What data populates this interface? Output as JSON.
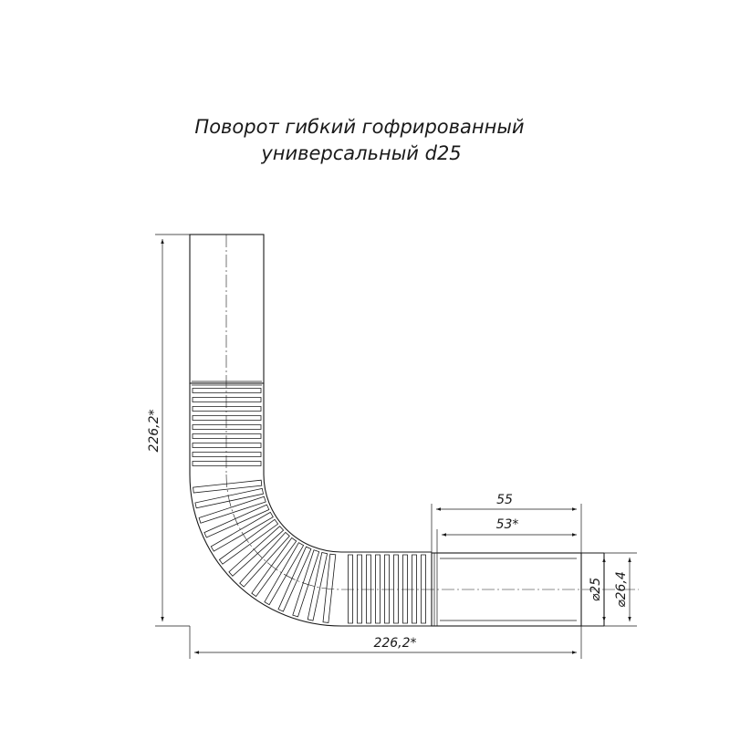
{
  "title": {
    "line1": "Поворот гибкий гофрированный",
    "line2": "универсальный d25"
  },
  "dimensions": {
    "height_overall": "226,2*",
    "width_overall": "226,2*",
    "sleeve_length": "55",
    "sleeve_length_inner": "53*",
    "inner_diameter": "⌀25",
    "outer_diameter": "⌀26,4"
  },
  "colors": {
    "ink": "#1a1a1a",
    "background": "#ffffff"
  }
}
